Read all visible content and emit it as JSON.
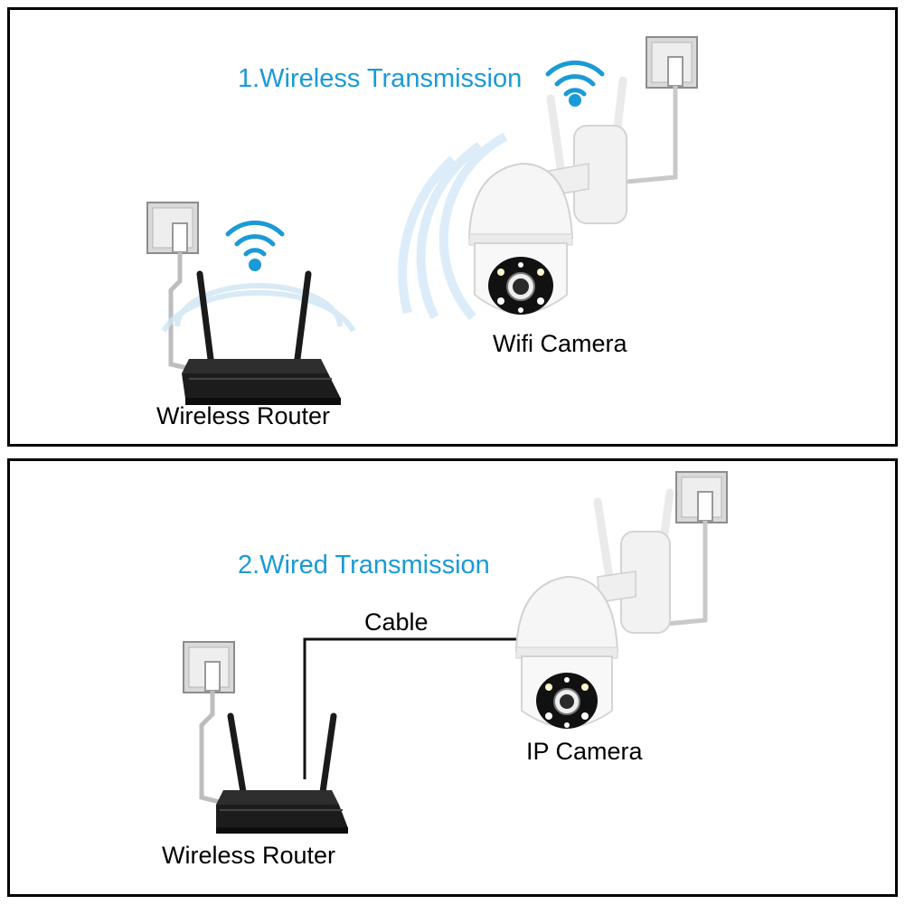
{
  "colors": {
    "accent": "#1a9ad6",
    "border": "#000000",
    "router": "#1c1c1c",
    "camera": "#f4f4f4"
  },
  "wireless_panel": {
    "title": "1.Wireless Transmission",
    "router_label": "Wireless Router",
    "camera_label": "Wifi Camera",
    "icons": [
      "wifi-icon",
      "wall-socket-icon",
      "router-icon",
      "ptz-camera-icon"
    ]
  },
  "wired_panel": {
    "title": "2.Wired Transmission",
    "router_label": "Wireless Router",
    "camera_label": "IP Camera",
    "cable_label": "Cable",
    "icons": [
      "wall-socket-icon",
      "router-icon",
      "ptz-camera-icon",
      "ethernet-cable-icon"
    ]
  }
}
